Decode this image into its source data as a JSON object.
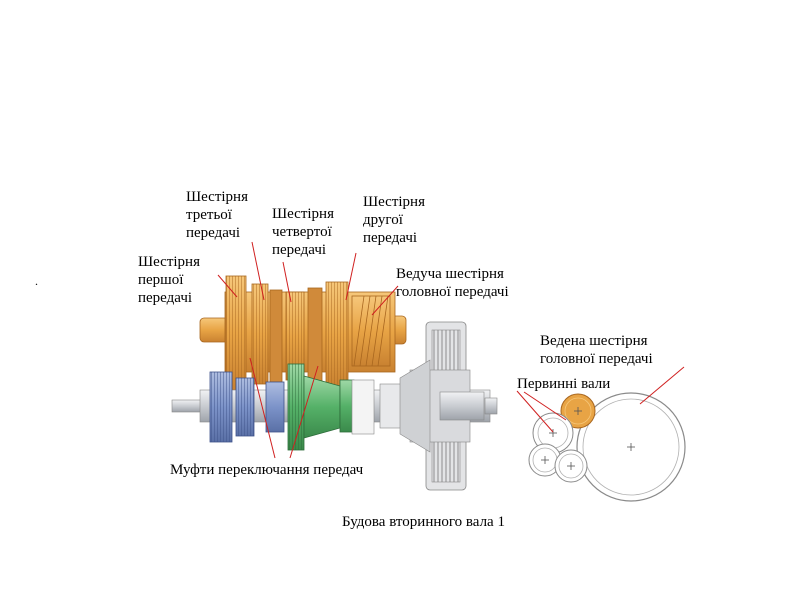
{
  "labels": {
    "gear_third": [
      "Шестірня",
      "третьої",
      "передачі"
    ],
    "gear_fourth": [
      "Шестірня",
      "четвертої",
      "передачі"
    ],
    "gear_second": [
      "Шестірня",
      "другої",
      "передачі"
    ],
    "gear_first": [
      "Шестірня",
      "першої",
      "передачі"
    ],
    "drive_main_gear": [
      "Ведуча шестірня",
      "головної передачі"
    ],
    "driven_main_gear": [
      "Ведена шестірня",
      "головної передачі"
    ],
    "input_shafts": "Первинні вали",
    "shift_clutches": "Муфти переключання передач",
    "caption": "Будова вторинного вала 1",
    "dot": "."
  },
  "colors": {
    "gear_orange": "#e8a445",
    "gear_orange_dark": "#b7742a",
    "gear_blue": "#6f87c0",
    "gear_green": "#4fa860",
    "shaft_gray": "#c9ccd1",
    "line_red": "#d02020",
    "outline_gray": "#8a8a8a"
  }
}
